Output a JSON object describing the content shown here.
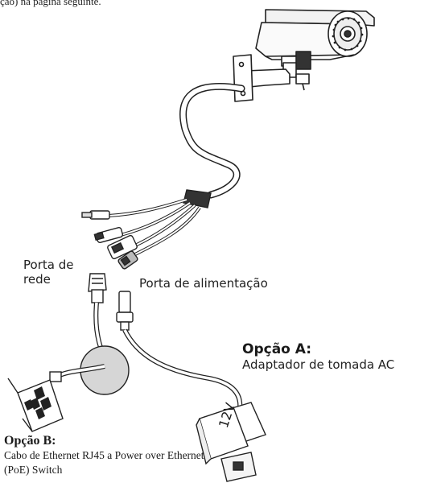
{
  "header_fragment": "ção) na página seguinte.",
  "labels": {
    "network_port_line1": "Porta de",
    "network_port_line2": "rede",
    "power_port": "Porta de alimentação",
    "adapter_voltage": "12V"
  },
  "option_a": {
    "title": "Opção A:",
    "description": "Adaptador de  tomada AC"
  },
  "option_b": {
    "title": "Opção B:",
    "description": "Cabo de Ethernet RJ45 a Power over Ethernet (PoE) Switch"
  }
}
